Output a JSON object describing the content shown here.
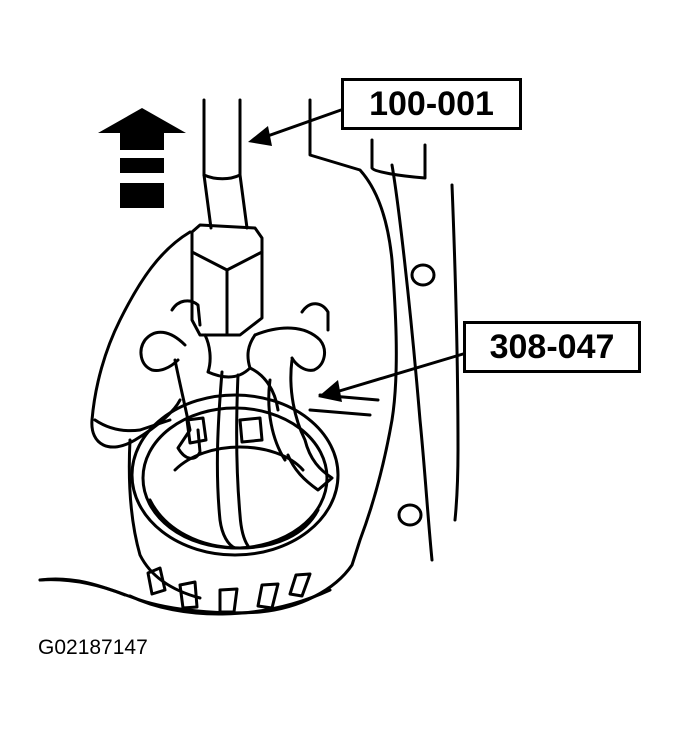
{
  "callouts": {
    "tool_shaft": "100-001",
    "puller": "308-047"
  },
  "figure_id": "G02187147",
  "colors": {
    "line": "#000000",
    "background": "#ffffff"
  },
  "icons": {
    "direction": "up-arrow-icon"
  }
}
